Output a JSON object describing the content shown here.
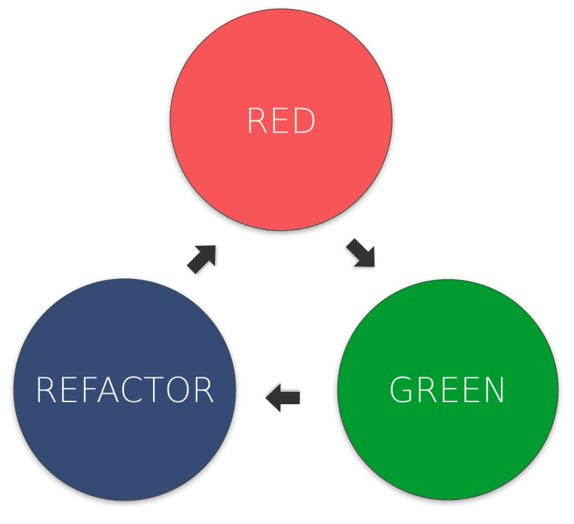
{
  "diagram": {
    "nodes": {
      "red": {
        "label": "RED",
        "color": "#f75558"
      },
      "green": {
        "label": "GREEN",
        "color": "#039b2f"
      },
      "refactor": {
        "label": "REFACTOR",
        "color": "#354b74"
      }
    },
    "arrow_color": "#333333",
    "node_border_color": "#4a4a4a",
    "flow": [
      "RED",
      "GREEN",
      "REFACTOR"
    ]
  }
}
